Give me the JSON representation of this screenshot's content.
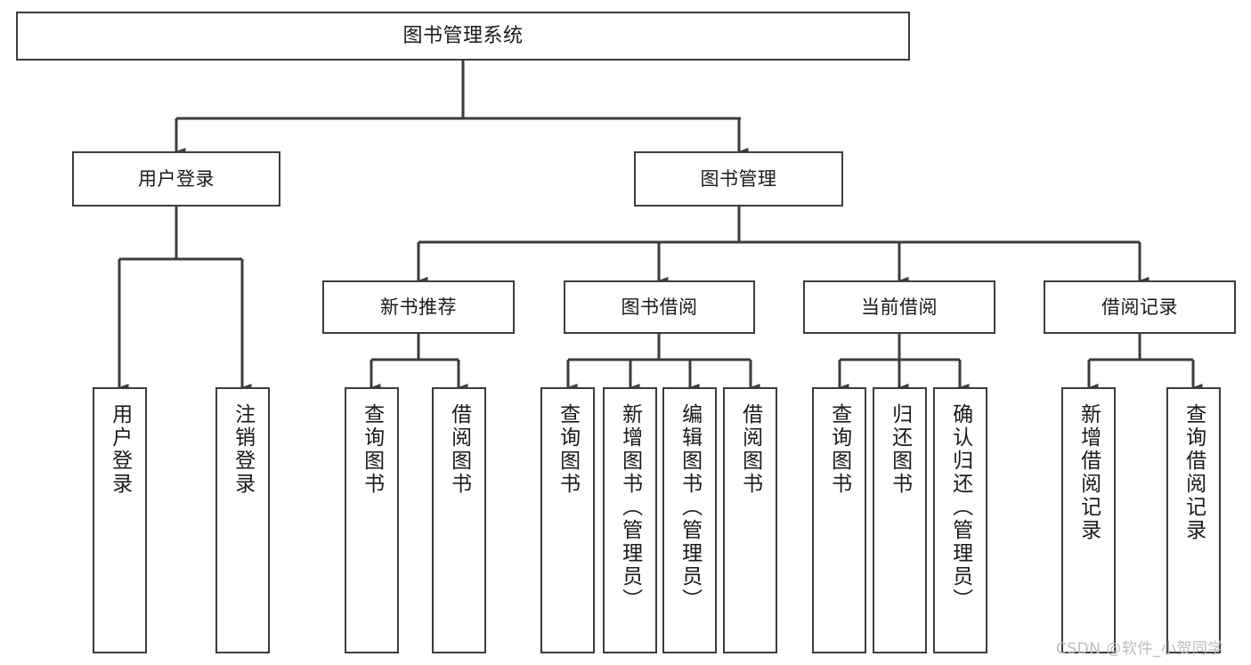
{
  "diagram": {
    "title": "图书管理系统",
    "type": "hierarchy-tree",
    "watermark": "CSDN @软件_小贺同学",
    "colors": {
      "background": "#ffffff",
      "box_border": "#3c3c3c",
      "box_fill": "#ffffff",
      "text": "#1a1a1a",
      "edge": "#3c3c3c",
      "watermark": "#bdbdbd"
    },
    "levels": {
      "level1": [
        {
          "id": "root",
          "label": "图书管理系统",
          "orientation": "horizontal"
        }
      ],
      "level2": [
        {
          "id": "user-login",
          "label": "用户登录",
          "orientation": "horizontal"
        },
        {
          "id": "book-management",
          "label": "图书管理",
          "orientation": "horizontal"
        }
      ],
      "level3": [
        {
          "id": "new-book-recommend",
          "label": "新书推荐",
          "orientation": "horizontal"
        },
        {
          "id": "book-borrow",
          "label": "图书借阅",
          "orientation": "horizontal"
        },
        {
          "id": "current-borrow",
          "label": "当前借阅",
          "orientation": "horizontal"
        },
        {
          "id": "borrow-record",
          "label": "借阅记录",
          "orientation": "horizontal"
        }
      ],
      "level4": [
        {
          "id": "leaf-user-login",
          "label": "用户登录",
          "orientation": "vertical",
          "parent": "user-login"
        },
        {
          "id": "leaf-logout-login",
          "label": "注销登录",
          "orientation": "vertical",
          "parent": "user-login"
        },
        {
          "id": "leaf-query-book-1",
          "label": "查询图书",
          "orientation": "vertical",
          "parent": "new-book-recommend"
        },
        {
          "id": "leaf-borrow-book-1",
          "label": "借阅图书",
          "orientation": "vertical",
          "parent": "new-book-recommend"
        },
        {
          "id": "leaf-query-book-2",
          "label": "查询图书",
          "orientation": "vertical",
          "parent": "book-borrow"
        },
        {
          "id": "leaf-add-book",
          "label": "新增图书（管理员）",
          "orientation": "vertical",
          "parent": "book-borrow"
        },
        {
          "id": "leaf-edit-book",
          "label": "编辑图书（管理员）",
          "orientation": "vertical",
          "parent": "book-borrow"
        },
        {
          "id": "leaf-borrow-book-2",
          "label": "借阅图书",
          "orientation": "vertical",
          "parent": "book-borrow"
        },
        {
          "id": "leaf-query-book-3",
          "label": "查询图书",
          "orientation": "vertical",
          "parent": "current-borrow"
        },
        {
          "id": "leaf-return-book",
          "label": "归还图书",
          "orientation": "vertical",
          "parent": "current-borrow"
        },
        {
          "id": "leaf-confirm-return",
          "label": "确认归还（管理员）",
          "orientation": "vertical",
          "parent": "current-borrow"
        },
        {
          "id": "leaf-add-record",
          "label": "新增借阅记录",
          "orientation": "vertical",
          "parent": "borrow-record"
        },
        {
          "id": "leaf-query-record",
          "label": "查询借阅记录",
          "orientation": "vertical",
          "parent": "borrow-record"
        }
      ]
    }
  }
}
